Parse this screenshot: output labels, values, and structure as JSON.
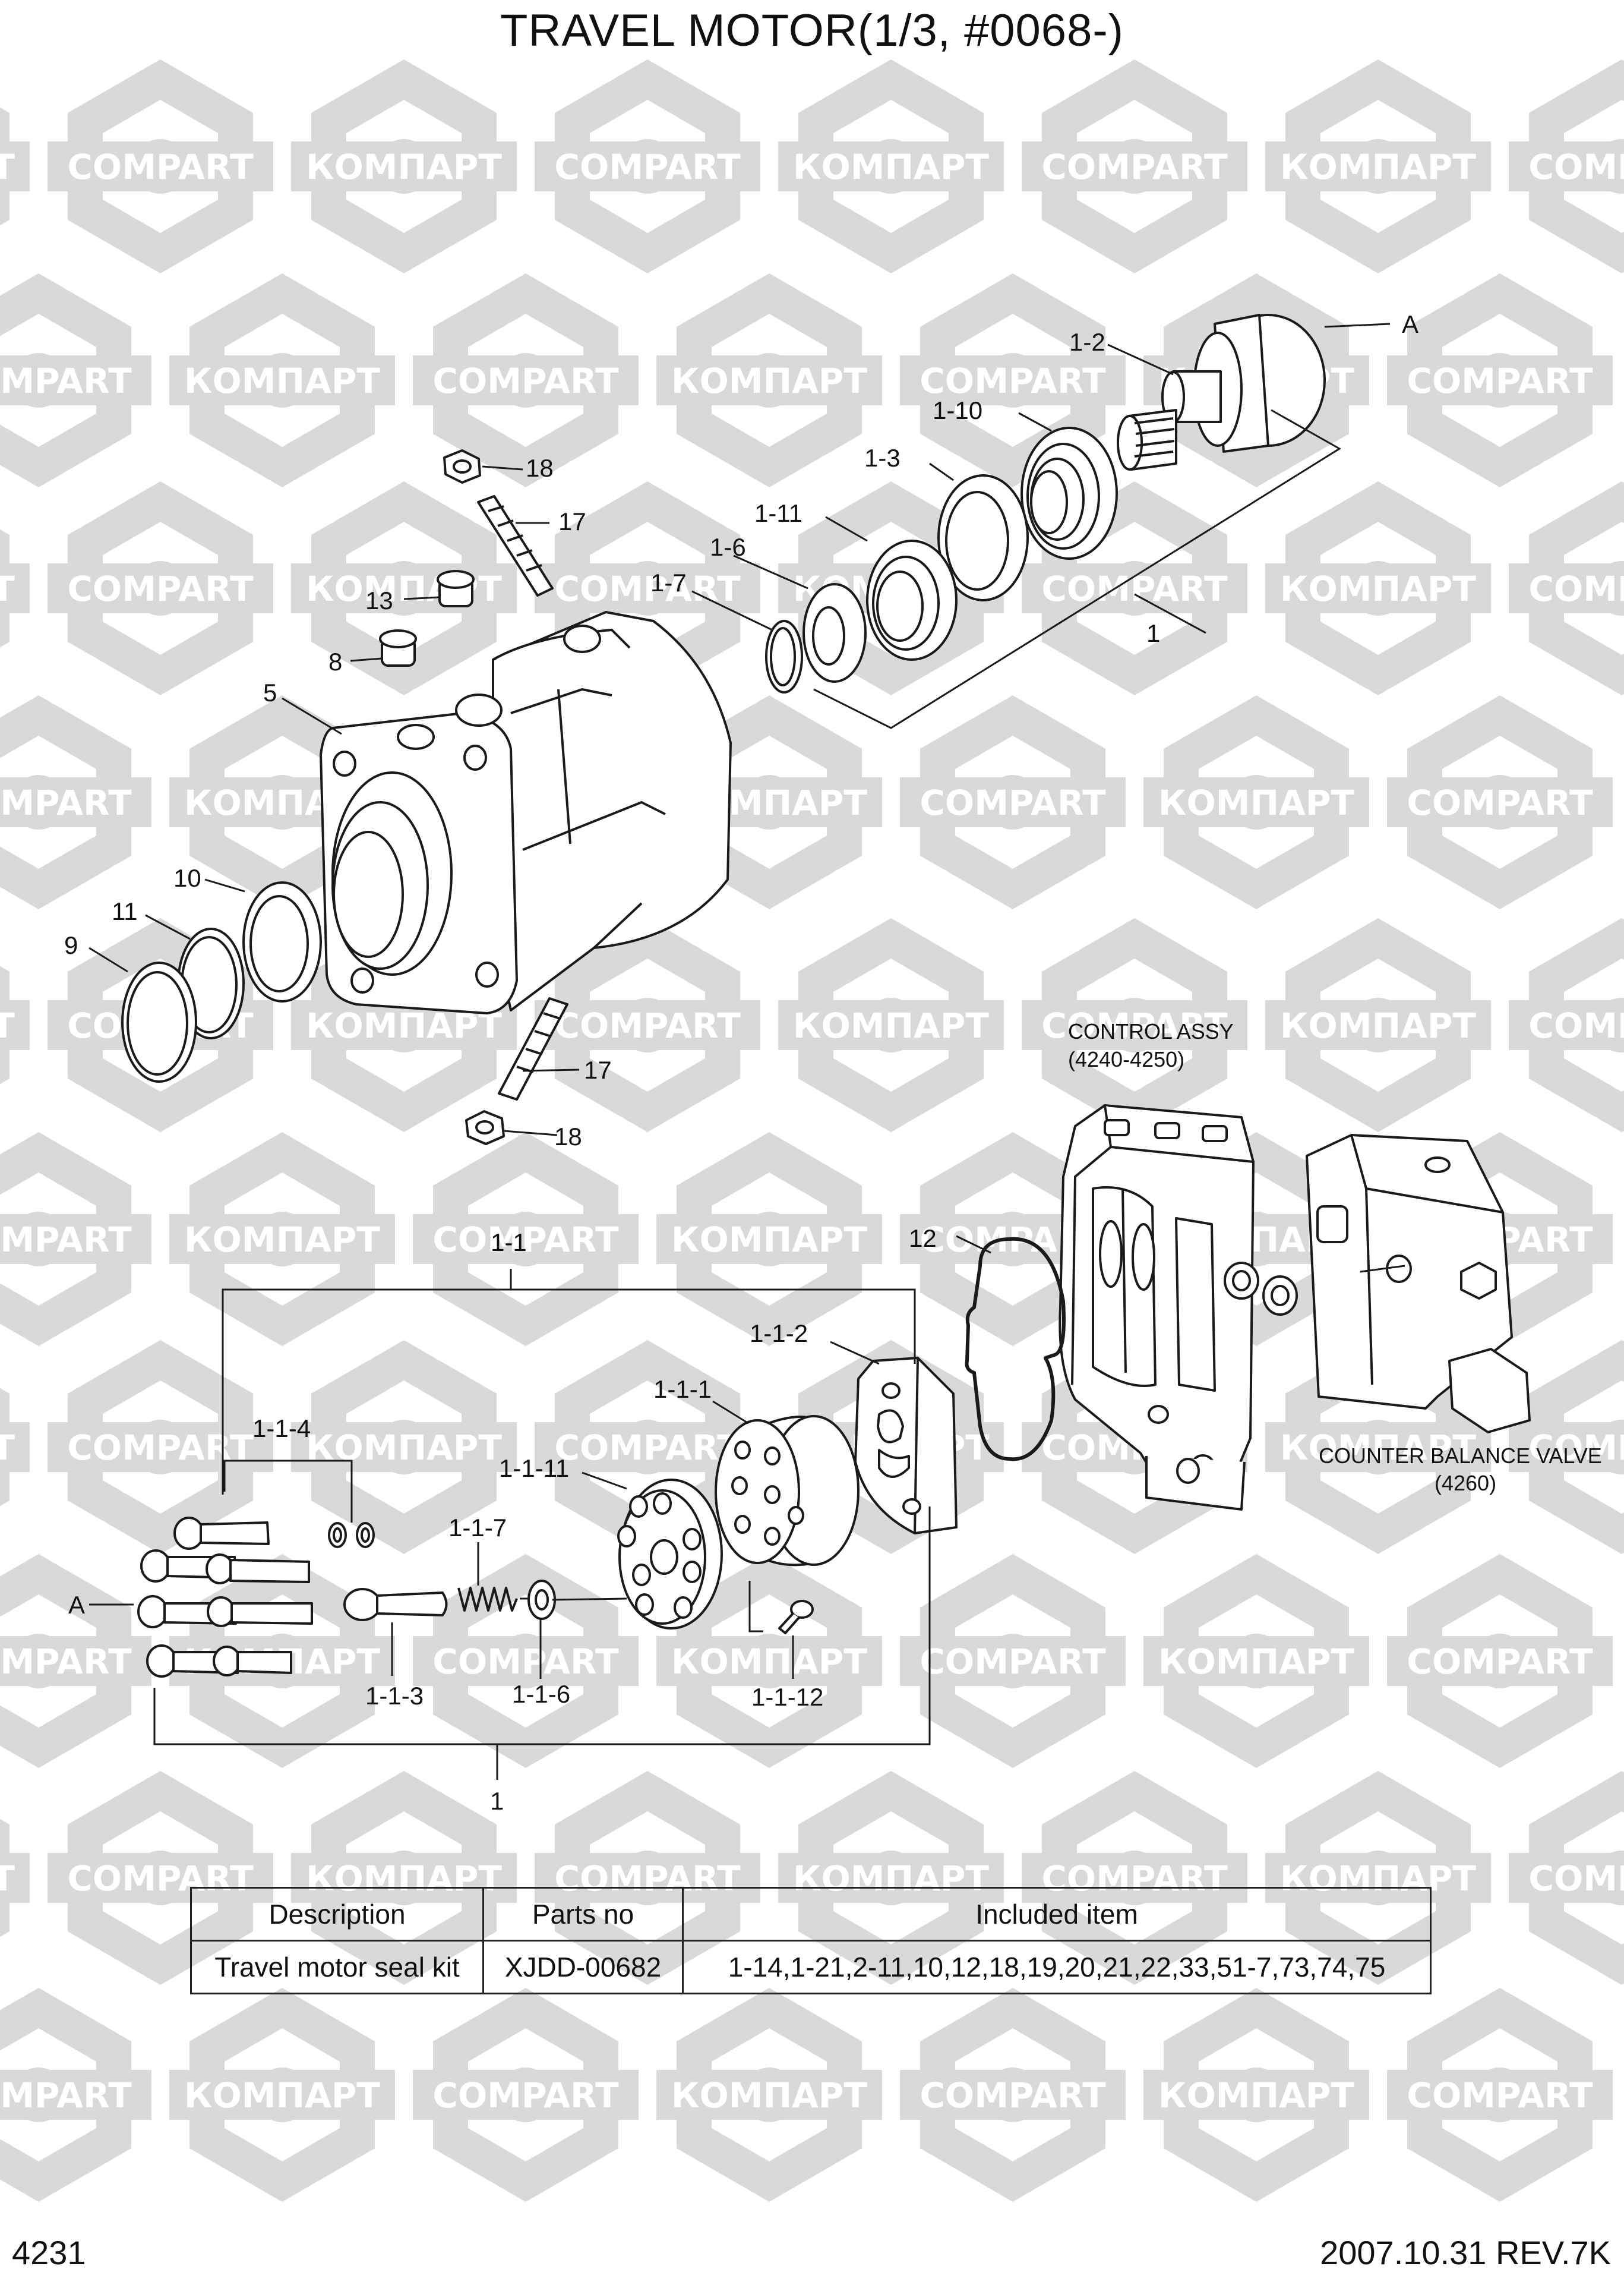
{
  "title": "TRAVEL MOTOR(1/3, #0068-)",
  "watermark": {
    "word_cyrillic": "КОМПАРТ",
    "word_latin": "COMPART",
    "color": "#d9d9d9"
  },
  "parts": {
    "p1_2": "1-2",
    "pA_top": "A",
    "p1_10": "1-10",
    "p1_3": "1-3",
    "p1_11": "1-11",
    "p1_6": "1-6",
    "p1_7": "1-7",
    "p1": "1",
    "p18_top": "18",
    "p17_top": "17",
    "p13": "13",
    "p8": "8",
    "p5": "5",
    "p10": "10",
    "p11": "11",
    "p9": "9",
    "p17_bot": "17",
    "p18_bot": "18",
    "p1_1": "1-1",
    "p12": "12",
    "p1_1_2": "1-1-2",
    "p1_1_1": "1-1-1",
    "p1_1_4": "1-1-4",
    "p1_1_11": "1-1-11",
    "p1_1_7": "1-1-7",
    "pA_bot": "A",
    "p1_1_3": "1-1-3",
    "p1_1_6": "1-1-6",
    "p1_1_12": "1-1-12",
    "p1_bot": "1"
  },
  "control_assy": {
    "label": "CONTROL ASSY",
    "range": "(4240-4250)"
  },
  "counter_balance": {
    "label": "COUNTER BALANCE VALVE",
    "code": "(4260)"
  },
  "kit_table": {
    "headers": [
      "Description",
      "Parts no",
      "Included item"
    ],
    "rows": [
      [
        "Travel motor seal kit",
        "XJDD-00682",
        "1-14,1-21,2-11,10,12,18,19,20,21,22,33,51-7,73,74,75"
      ]
    ]
  },
  "footer": {
    "page": "4231",
    "date_rev": "2007.10.31  REV.7K"
  }
}
